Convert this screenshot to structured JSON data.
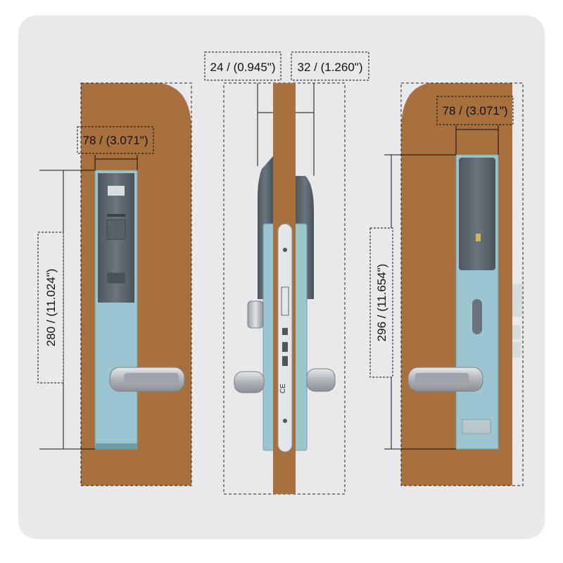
{
  "colors": {
    "panel_bg": "#e9e9ec",
    "door_wood": "#a8703c",
    "lock_plate": "#9cc6cf",
    "lock_plate_dark": "#7fb0bb",
    "reader_panel": "#5d6670",
    "handle_metal": "#c4c8cc",
    "dimension_line": "#111111"
  },
  "front_view": {
    "width_label": "78 / (3.071\")",
    "height_label": "280 / (11.024\")"
  },
  "side_view": {
    "left_label": "24 / (0.945\")",
    "right_label": "32 / (1.260\")"
  },
  "back_view": {
    "width_label": "78 / (3.071\")",
    "height_label": "296 / (11.654\")"
  },
  "icons": [
    "keycard-slot-icon",
    "keyhole-icon",
    "ce-mark-icon",
    "battery-cover-icon"
  ]
}
